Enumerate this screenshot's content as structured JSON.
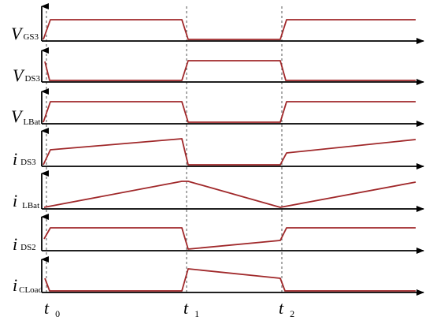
{
  "signals": [
    {
      "main": "V",
      "sub": "GS3"
    },
    {
      "main": "V",
      "sub": "DS3"
    },
    {
      "main": "V",
      "sub": "LBat"
    },
    {
      "main": "i",
      "sub": "DS3"
    },
    {
      "main": "i",
      "sub": "LBat"
    },
    {
      "main": "i",
      "sub": "DS2"
    },
    {
      "main": "i",
      "sub": "CLoad"
    }
  ],
  "time_markers": [
    {
      "main": "t",
      "sub": "0"
    },
    {
      "main": "t",
      "sub": "1"
    },
    {
      "main": "t",
      "sub": "2"
    }
  ],
  "colors": {
    "waveform": "#a0282a",
    "axis": "#000000",
    "marker_line": "#555555"
  }
}
